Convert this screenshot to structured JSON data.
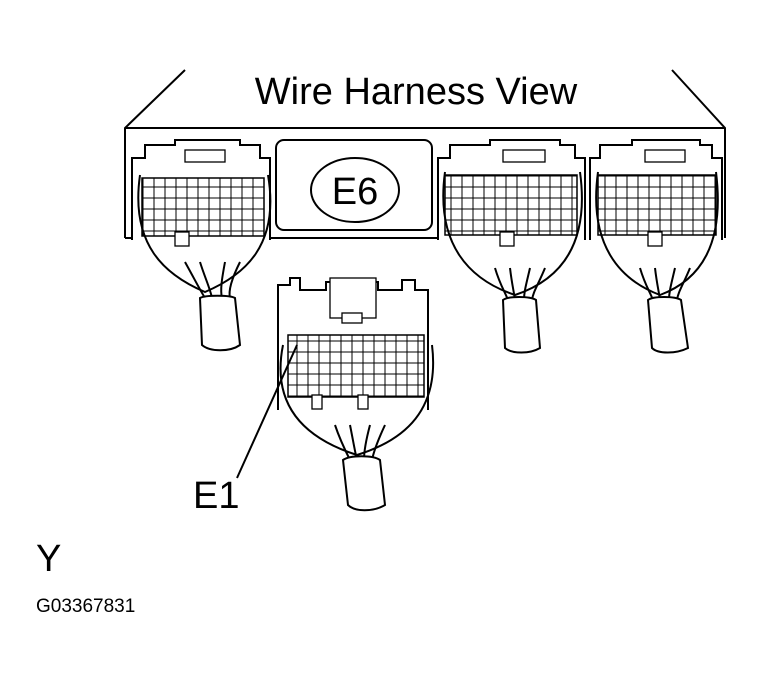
{
  "title": "Wire Harness View",
  "connectors": {
    "e6": "E6",
    "e1": "E1"
  },
  "corner_letter": "Y",
  "figure_code": "G03367831",
  "colors": {
    "ink": "#000000",
    "paper": "#ffffff"
  }
}
